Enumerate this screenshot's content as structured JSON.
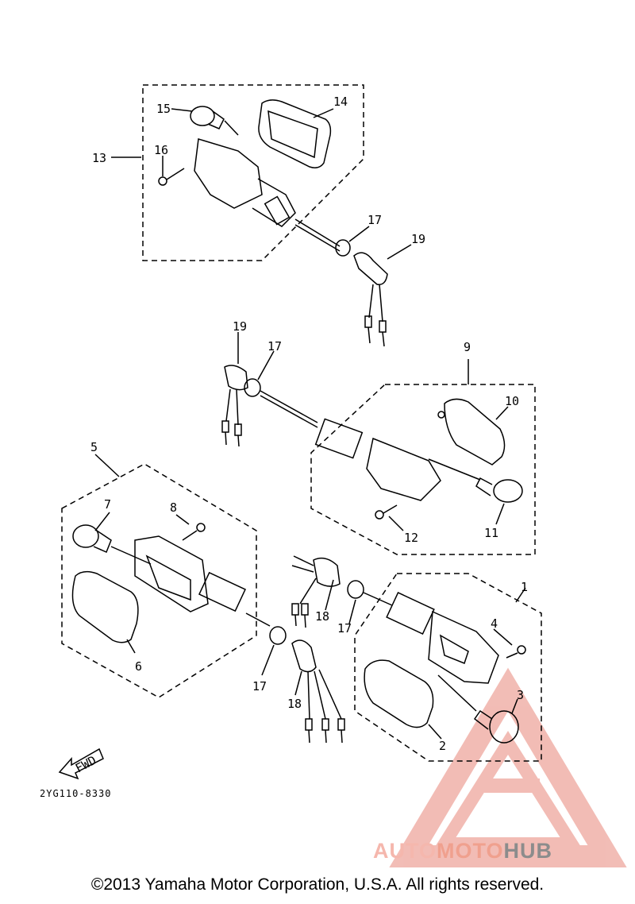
{
  "labels": {
    "l1": "1",
    "l2": "2",
    "l3": "3",
    "l4": "4",
    "l5": "5",
    "l6": "6",
    "l7": "7",
    "l8": "8",
    "l9": "9",
    "l10": "10",
    "l11": "11",
    "l12": "12",
    "l13": "13",
    "l14": "14",
    "l15": "15",
    "l16": "16",
    "l17a": "17",
    "l17b": "17",
    "l17c": "17",
    "l17d": "17",
    "l18a": "18",
    "l18b": "18",
    "l19a": "19",
    "l19b": "19"
  },
  "fwd_label": "FWD",
  "diagram_code": "2YG110-8330",
  "watermark": {
    "part1": "AUTO",
    "part2": "MOTO",
    "part3": "HUB"
  },
  "copyright": "©2013 Yamaha Motor Corporation, U.S.A. All rights reserved.",
  "colors": {
    "line": "#000000",
    "watermark_red": "#e8877a",
    "watermark_gray": "#8c8c8c"
  }
}
